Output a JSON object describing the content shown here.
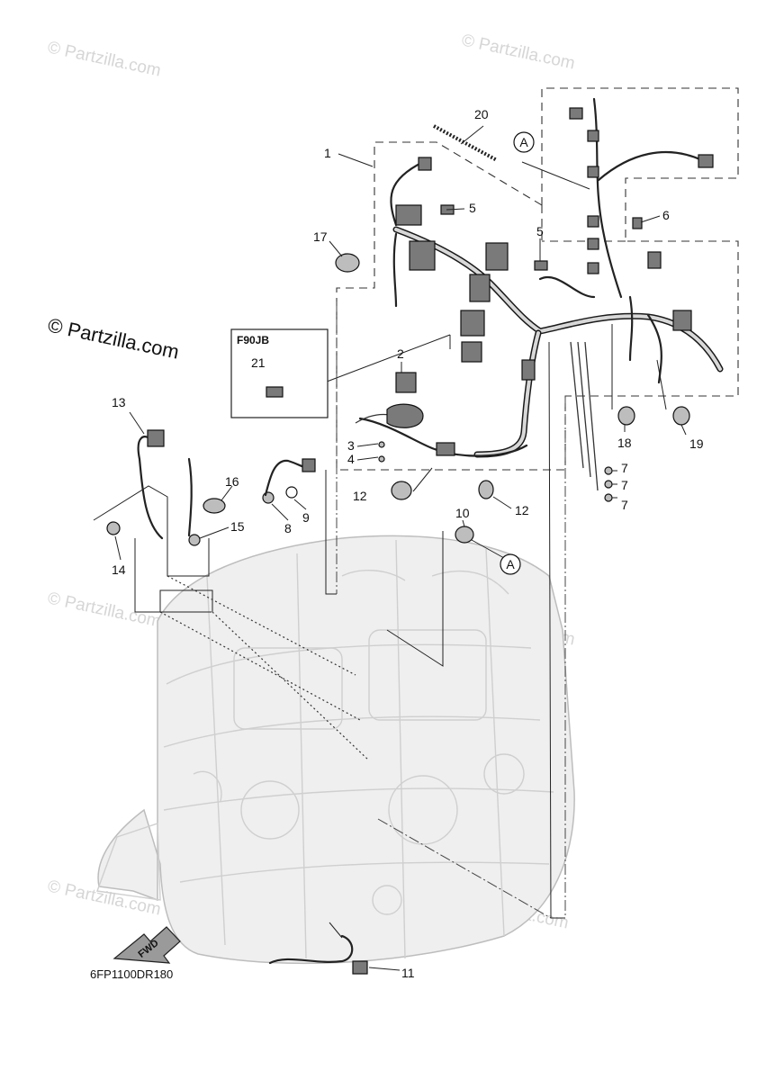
{
  "watermarks": {
    "small": "© Partzilla.com",
    "large": "© Partzilla.com"
  },
  "callouts": {
    "p1": "1",
    "p2": "2",
    "p3": "3",
    "p4": "4",
    "p5a": "5",
    "p5b": "5",
    "p6": "6",
    "p7a": "7",
    "p7b": "7",
    "p7c": "7",
    "p8": "8",
    "p9": "9",
    "p10": "10",
    "p11": "11",
    "p12a": "12",
    "p12b": "12",
    "p13": "13",
    "p14": "14",
    "p15": "15",
    "p16": "16",
    "p17": "17",
    "p18": "18",
    "p19": "19",
    "p20": "20",
    "p21": "21"
  },
  "markers": {
    "a_top": "A",
    "a_bottom": "A"
  },
  "inset_label": "F90JB",
  "fwd_label": "FWD",
  "diagram_code": "6FP1100DR180"
}
